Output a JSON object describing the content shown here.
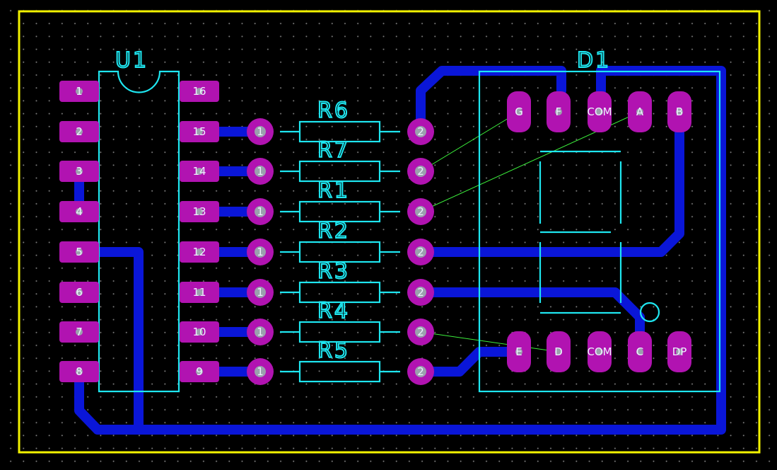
{
  "board": {
    "outline_color": "#f2f200",
    "silkscreen_color": "#1ee6f0",
    "track_color": "#0a16d8",
    "pad_color": "#b113b1",
    "ratsnest_color": "#3cf03c"
  },
  "u1": {
    "designator": "U1",
    "left_pins": [
      "1",
      "2",
      "3",
      "4",
      "5",
      "6",
      "7",
      "8"
    ],
    "right_pins": [
      "16",
      "15",
      "14",
      "13",
      "12",
      "11",
      "10",
      "9"
    ]
  },
  "resistors": [
    {
      "designator": "R6",
      "pin1": "1",
      "pin2": "2"
    },
    {
      "designator": "R7",
      "pin1": "1",
      "pin2": "2"
    },
    {
      "designator": "R1",
      "pin1": "1",
      "pin2": "2"
    },
    {
      "designator": "R2",
      "pin1": "1",
      "pin2": "2"
    },
    {
      "designator": "R3",
      "pin1": "1",
      "pin2": "2"
    },
    {
      "designator": "R4",
      "pin1": "1",
      "pin2": "2"
    },
    {
      "designator": "R5",
      "pin1": "1",
      "pin2": "2"
    }
  ],
  "d1": {
    "designator": "D1",
    "top_pins": [
      "G",
      "F",
      "COM",
      "A",
      "B"
    ],
    "bottom_pins": [
      "E",
      "D",
      "COM",
      "C",
      "DP"
    ],
    "dp_marker": "O"
  }
}
